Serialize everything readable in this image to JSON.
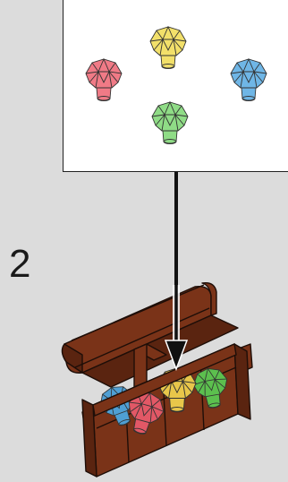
{
  "step": {
    "number": "2"
  },
  "callout": {
    "gems": [
      {
        "name": "yellow-gem",
        "color": "#f2e06a"
      },
      {
        "name": "red-gem",
        "color": "#f07a86"
      },
      {
        "name": "blue-gem",
        "color": "#6fb6e6"
      },
      {
        "name": "green-gem",
        "color": "#8fdc86"
      }
    ]
  },
  "chest": {
    "color": "#7a3318",
    "gems": [
      {
        "name": "yellow-gem",
        "color": "#e8c64a"
      },
      {
        "name": "blue-gem",
        "color": "#4f9fd4"
      },
      {
        "name": "red-gem",
        "color": "#e25866"
      },
      {
        "name": "green-gem",
        "color": "#5cc04e"
      }
    ]
  },
  "arrow": {
    "color": "#111111"
  }
}
